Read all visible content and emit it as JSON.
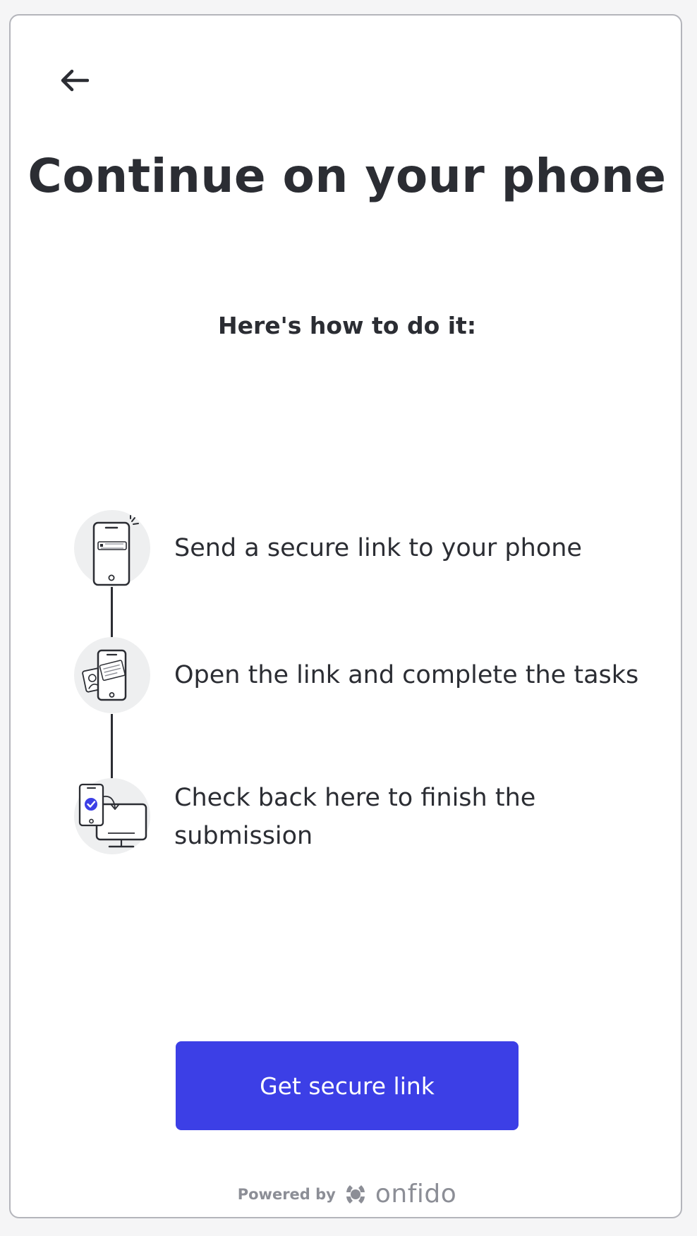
{
  "header": {
    "back_icon": "arrow-left-icon"
  },
  "main": {
    "title": "Continue on your phone",
    "subtitle": "Here's how to do it:"
  },
  "steps": [
    {
      "icon": "phone-message-icon",
      "text": "Send a secure link to your phone"
    },
    {
      "icon": "phone-document-icon",
      "text": "Open the link and complete the tasks"
    },
    {
      "icon": "phone-to-desktop-check-icon",
      "text": "Check back here to finish the submission"
    }
  ],
  "cta": {
    "label": "Get secure link"
  },
  "footer": {
    "powered_by": "Powered by",
    "brand": "onfido"
  },
  "colors": {
    "accent": "#3c3fe6",
    "text": "#2b2d33",
    "icon_bg": "#eeeff0",
    "check_blue": "#3c3fe6",
    "muted": "#8c8e96"
  }
}
